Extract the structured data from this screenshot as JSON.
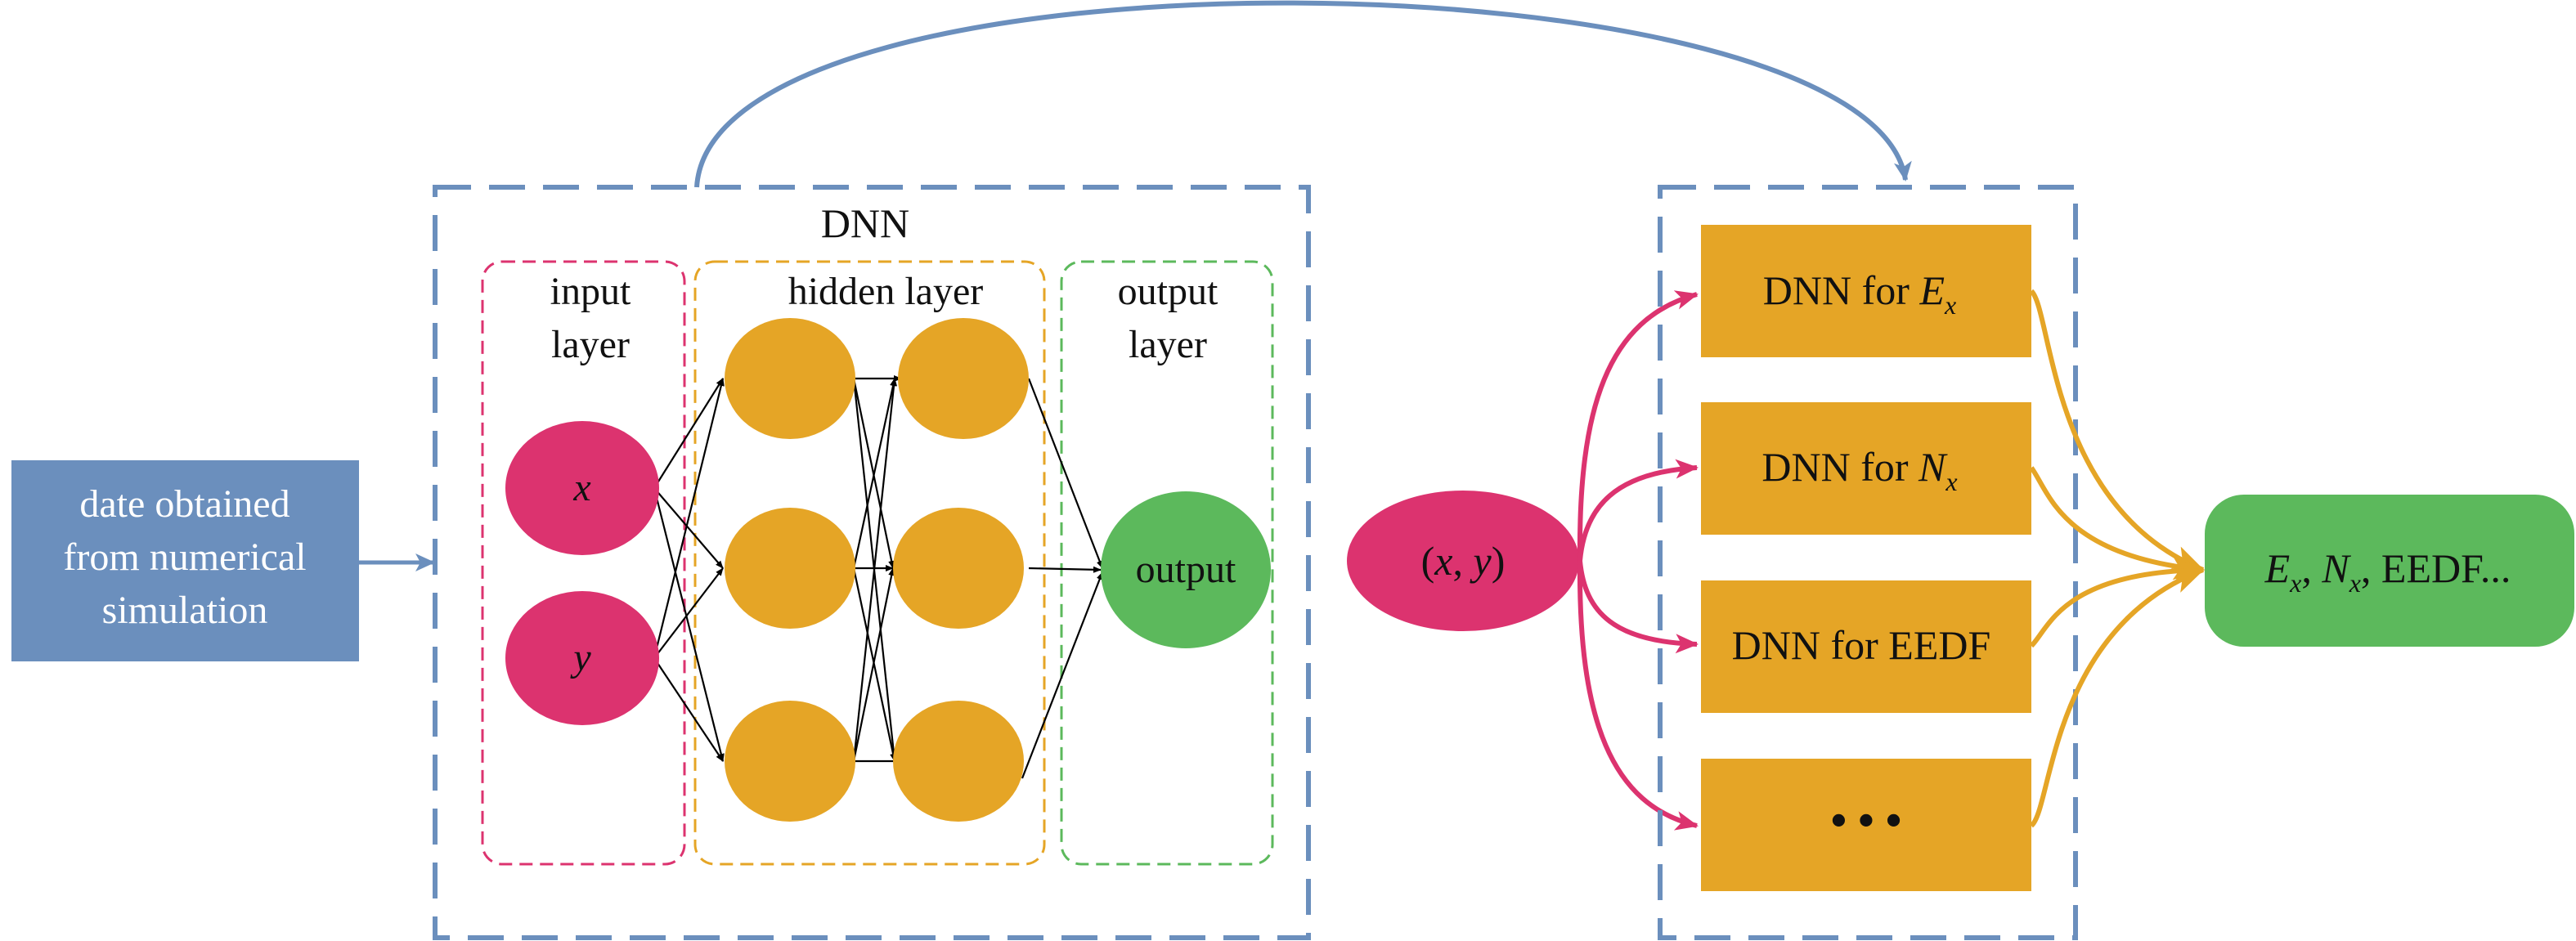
{
  "source_box": {
    "lines": [
      "date obtained",
      "from numerical",
      "simulation"
    ]
  },
  "dnn": {
    "title": "DNN",
    "input_layer": {
      "label_lines": [
        "input",
        "layer"
      ],
      "nodes": [
        "x",
        "y"
      ]
    },
    "hidden_layer": {
      "label": "hidden layer"
    },
    "output_layer": {
      "label_lines": [
        "output",
        "layer"
      ],
      "node": "output"
    }
  },
  "query_node": {
    "open": "(",
    "x": "x",
    "sep": ", ",
    "y": "y",
    "close": ")"
  },
  "models": {
    "ex": {
      "prefix": "DNN for ",
      "var": "E",
      "sub": "x"
    },
    "nx": {
      "prefix": "DNN for ",
      "var": "N",
      "sub": "x"
    },
    "eedf": {
      "label": "DNN for EEDF"
    },
    "more": {
      "label": "• • •"
    }
  },
  "result": {
    "e": "E",
    "e_sub": "x",
    "sep1": ", ",
    "n": "N",
    "n_sub": "x",
    "rest": ", EEDF..."
  },
  "colors": {
    "blue": "#6b8fbd",
    "pink": "#dc336f",
    "orange": "#e5a526",
    "green": "#5cb95c"
  }
}
